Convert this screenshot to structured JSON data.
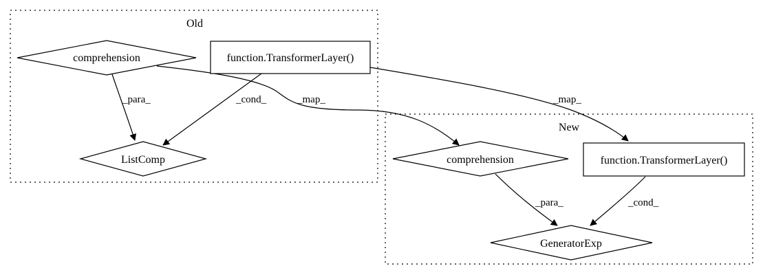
{
  "clusters": {
    "old": {
      "label": "Old"
    },
    "new": {
      "label": "New"
    }
  },
  "nodes": {
    "old_comprehension": {
      "label": "comprehension",
      "shape": "diamond"
    },
    "old_transformer": {
      "label": "function.TransformerLayer()",
      "shape": "box"
    },
    "old_listcomp": {
      "label": "ListComp",
      "shape": "diamond"
    },
    "new_comprehension": {
      "label": "comprehension",
      "shape": "diamond"
    },
    "new_transformer": {
      "label": "function.TransformerLayer()",
      "shape": "box"
    },
    "new_generatorexp": {
      "label": "GeneratorExp",
      "shape": "diamond"
    }
  },
  "edges": {
    "old_comp_to_listcomp": {
      "from": "old_comprehension",
      "to": "old_listcomp",
      "label": "_para_"
    },
    "old_trans_to_listcomp": {
      "from": "old_transformer",
      "to": "old_listcomp",
      "label": "_cond_"
    },
    "old_comp_to_new_comp": {
      "from": "old_comprehension",
      "to": "new_comprehension",
      "label": "_map_"
    },
    "old_trans_to_new_trans": {
      "from": "old_transformer",
      "to": "new_transformer",
      "label": "_map_"
    },
    "new_comp_to_genexp": {
      "from": "new_comprehension",
      "to": "new_generatorexp",
      "label": "_para_"
    },
    "new_trans_to_genexp": {
      "from": "new_transformer",
      "to": "new_generatorexp",
      "label": "_cond_"
    }
  }
}
